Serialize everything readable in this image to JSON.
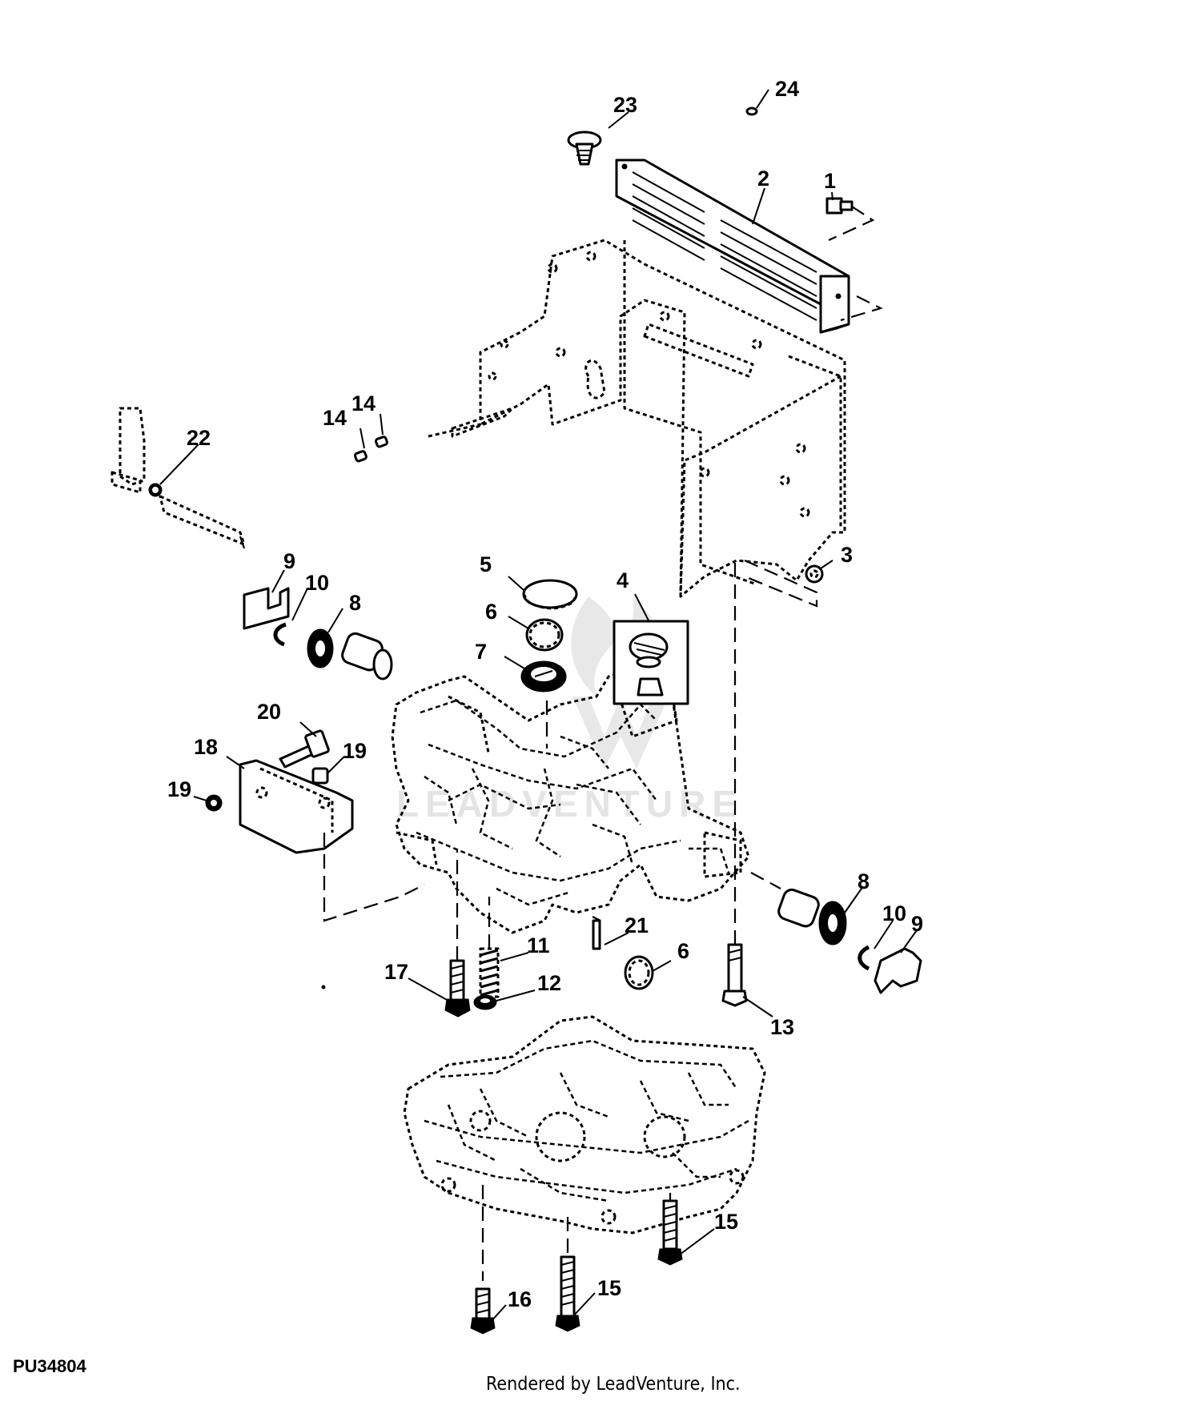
{
  "diagram": {
    "figure_id": "PU34804",
    "credit": "Rendered by LeadVenture, Inc.",
    "watermark": "LEADVENTURE",
    "callouts": [
      {
        "id": "c1",
        "label": "1"
      },
      {
        "id": "c2",
        "label": "2"
      },
      {
        "id": "c3",
        "label": "3"
      },
      {
        "id": "c4",
        "label": "4"
      },
      {
        "id": "c5",
        "label": "5"
      },
      {
        "id": "c6a",
        "label": "6"
      },
      {
        "id": "c6b",
        "label": "6"
      },
      {
        "id": "c7",
        "label": "7"
      },
      {
        "id": "c8a",
        "label": "8"
      },
      {
        "id": "c8b",
        "label": "8"
      },
      {
        "id": "c9a",
        "label": "9"
      },
      {
        "id": "c9b",
        "label": "9"
      },
      {
        "id": "c10a",
        "label": "10"
      },
      {
        "id": "c10b",
        "label": "10"
      },
      {
        "id": "c11",
        "label": "11"
      },
      {
        "id": "c12",
        "label": "12"
      },
      {
        "id": "c13",
        "label": "13"
      },
      {
        "id": "c14a",
        "label": "14"
      },
      {
        "id": "c14b",
        "label": "14"
      },
      {
        "id": "c15a",
        "label": "15"
      },
      {
        "id": "c15b",
        "label": "15"
      },
      {
        "id": "c16",
        "label": "16"
      },
      {
        "id": "c17",
        "label": "17"
      },
      {
        "id": "c18",
        "label": "18"
      },
      {
        "id": "c19a",
        "label": "19"
      },
      {
        "id": "c19b",
        "label": "19"
      },
      {
        "id": "c20",
        "label": "20"
      },
      {
        "id": "c21",
        "label": "21"
      },
      {
        "id": "c22",
        "label": "22"
      },
      {
        "id": "c23",
        "label": "23"
      },
      {
        "id": "c24",
        "label": "24"
      }
    ]
  }
}
